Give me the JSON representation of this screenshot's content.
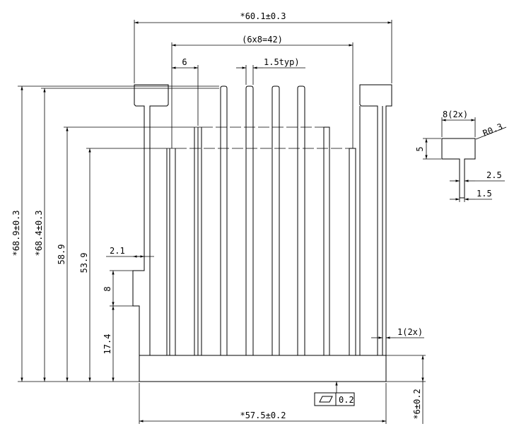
{
  "dimensions": {
    "overall_width": "*60.1±0.3",
    "fin_pitch_span": "(6x8=42)",
    "fin_gap": "6",
    "fin_thickness": "1.5typ)",
    "height_a": "*68.9±0.3",
    "height_b": "*68.4±0.3",
    "height_c": "58.9",
    "height_d": "53.9",
    "notch_depth": "2.1",
    "notch_height": "8",
    "notch_offset": "17.4",
    "edge_fin_thickness": "1(2x)",
    "base_width": "*57.5±0.2",
    "base_height": "*6±0.2",
    "flatness_value": "0.2"
  },
  "detail": {
    "tab_width": "8(2x)",
    "radius": "R0.3",
    "tab_height": "5",
    "stem_a": "2.5",
    "stem_b": "1.5"
  }
}
